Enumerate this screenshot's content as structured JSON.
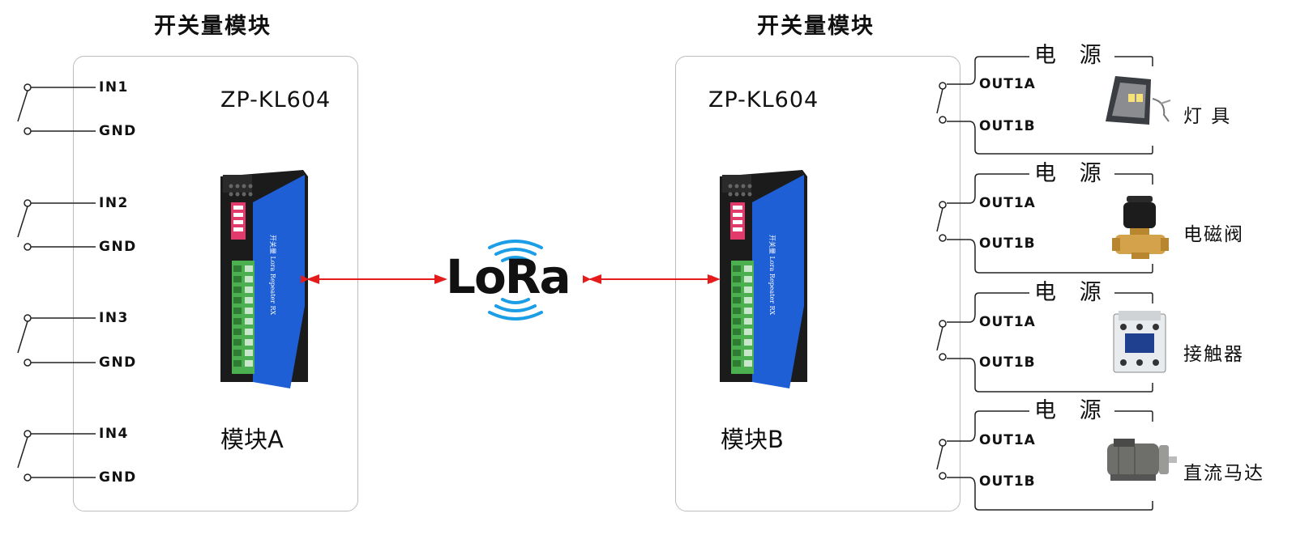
{
  "module_a": {
    "heading": "开关量模块",
    "model": "ZP-KL604",
    "name": "模块A",
    "device_text": "开关量 Lora Repeater RX",
    "inputs": [
      {
        "in": "IN1",
        "gnd": "GND"
      },
      {
        "in": "IN2",
        "gnd": "GND"
      },
      {
        "in": "IN3",
        "gnd": "GND"
      },
      {
        "in": "IN4",
        "gnd": "GND"
      }
    ]
  },
  "module_b": {
    "heading": "开关量模块",
    "model": "ZP-KL604",
    "name": "模块B",
    "device_text": "开关量 Lora Repeater RX",
    "outputs": [
      {
        "power": "电 源",
        "out_a": "OUT1A",
        "out_b": "OUT1B",
        "load": "灯 具",
        "icon": "floodlight-icon"
      },
      {
        "power": "电 源",
        "out_a": "OUT1A",
        "out_b": "OUT1B",
        "load": "电磁阀",
        "icon": "solenoid-valve-icon"
      },
      {
        "power": "电 源",
        "out_a": "OUT1A",
        "out_b": "OUT1B",
        "load": "接触器",
        "icon": "contactor-icon"
      },
      {
        "power": "电 源",
        "out_a": "OUT1A",
        "out_b": "OUT1B",
        "load": "直流马达",
        "icon": "dc-motor-icon"
      }
    ]
  },
  "lora": {
    "logo_text": "LoRa",
    "icon": "lora-logo-icon"
  },
  "colors": {
    "device_body": "#1b1b1b",
    "device_blue": "#1e5fd6",
    "terminal_green": "#4caf50",
    "arrow": "#e51c1c",
    "lora_waves": "#1c9ee6",
    "border": "#bdbdbd"
  }
}
